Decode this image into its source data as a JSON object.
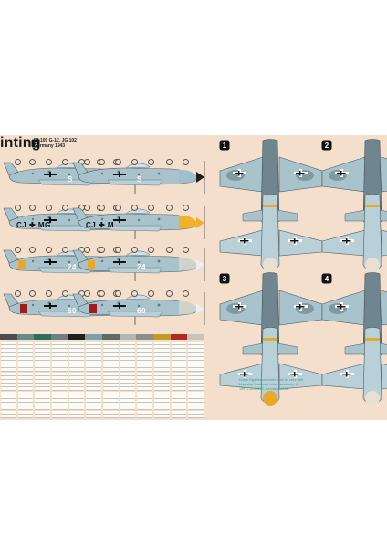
{
  "sheet": {
    "title": "inting",
    "subtitle_line1": "Bf-109 G-12, JG 102",
    "subtitle_line2": "Germany 1943"
  },
  "side_views": [
    {
      "code": "S",
      "row": 0,
      "spinner": "#1c1c1c",
      "nose": "#9fbfcc"
    },
    {
      "code": "S",
      "row": 0,
      "spinner": "#1c1c1c",
      "nose": "#9fbfcc"
    },
    {
      "code": "CJ ✚ MG",
      "row": 1,
      "spinner": "#f2b12a",
      "nose": "#f2b12a"
    },
    {
      "code": "CJ ✚ M",
      "row": 1,
      "spinner": "#f2b12a",
      "nose": "#f2b12a"
    },
    {
      "code": "24",
      "row": 2,
      "spinner": "#eeeeee",
      "nose": "#cfd3cc"
    },
    {
      "code": "24",
      "row": 2,
      "spinner": "#eeeeee",
      "nose": "#cfd3cc"
    },
    {
      "code": "60",
      "row": 3,
      "spinner": "#eeeeee",
      "nose": "#cfd3cc"
    },
    {
      "code": "60",
      "row": 3,
      "spinner": "#eeeeee",
      "nose": "#cfd3cc"
    }
  ],
  "plan_views": [
    {
      "label": "1",
      "nose": "#e8e1d2"
    },
    {
      "label": "2",
      "nose": "#e8e1d2"
    },
    {
      "label": "3",
      "nose": "#e8a92a"
    },
    {
      "label": "4",
      "nose": "#e8e1d2"
    }
  ],
  "table_headers": [
    "",
    "",
    "",
    "",
    "",
    "",
    "",
    "",
    "",
    "",
    "",
    ""
  ],
  "table_header_colors": [
    "#4d4d4d",
    "#6b8b82",
    "#2f6f57",
    "#6f7e86",
    "#1f1f1f",
    "#7f9fa8",
    "#5c6c66",
    "#b0b8b0",
    "#8a8f8a",
    "#c49a24",
    "#b02a2a",
    "#c8c3bb"
  ],
  "note_text": "Image Digs Manufacturer lines for color with Marpalan. Preferred colors: assembly. Bf-109 G-12 JG102, Germany, 1943",
  "colors": {
    "sheet_bg": "#f3dfcc",
    "upper_blue": "#a9c3cd",
    "lower_blue": "#b9d0d8",
    "dark_grey": "#6f8690",
    "mottle": "#5f7882",
    "cross": "#111111",
    "yellow": "#e8a92a",
    "red": "#a01c1c",
    "teal_text": "#2aa98f"
  }
}
